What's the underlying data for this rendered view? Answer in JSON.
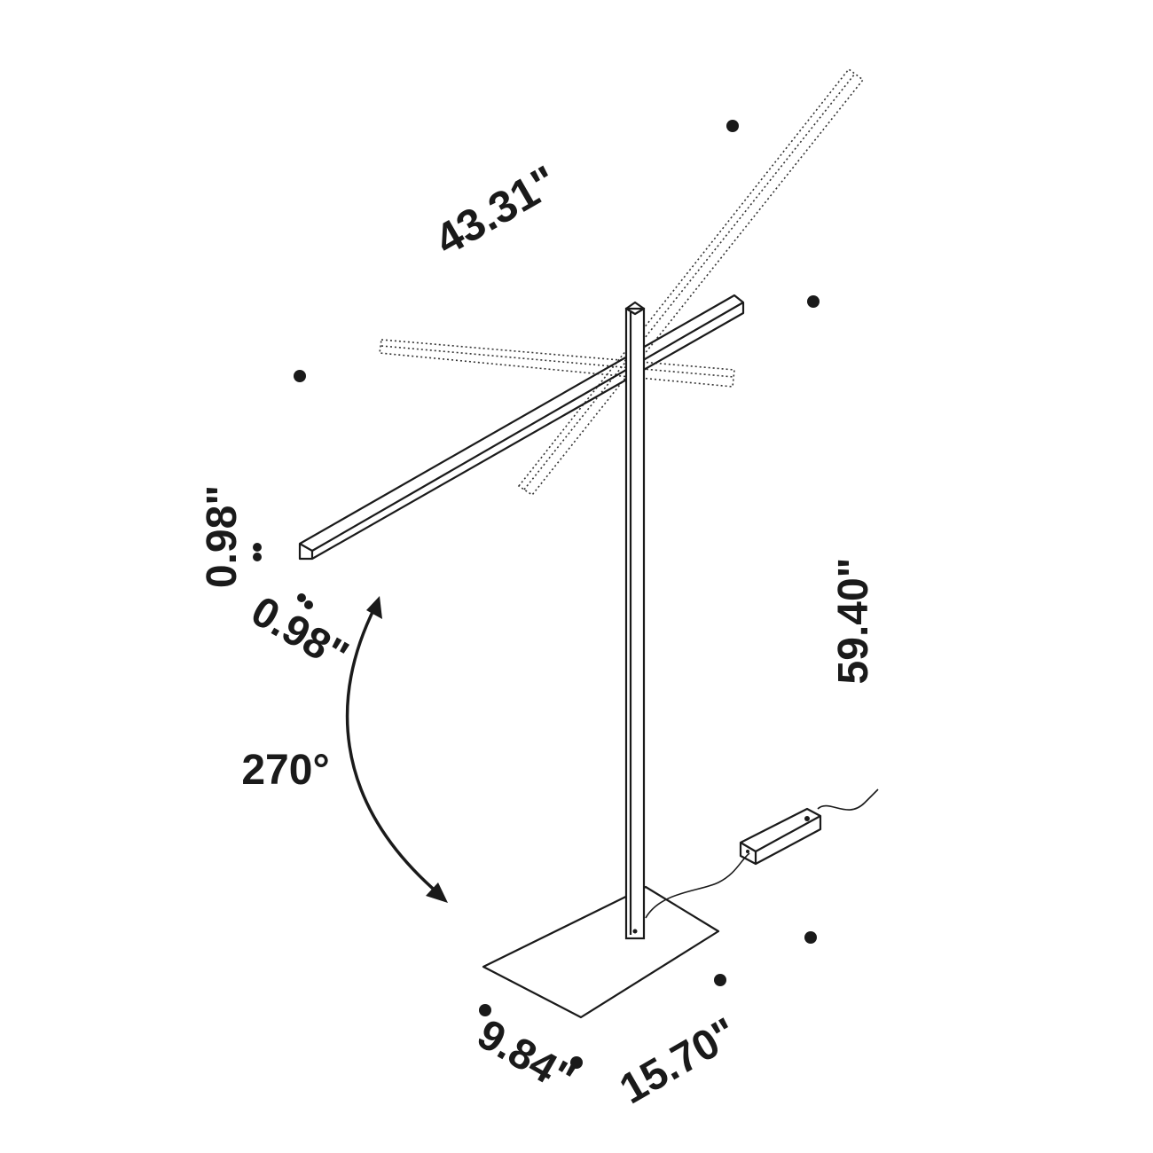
{
  "dimensions": {
    "arm_length": "43.31\"",
    "arm_height": "0.98\"",
    "arm_width": "0.98\"",
    "rotation": "270°",
    "total_height": "59.40\"",
    "base_depth": "9.84\"",
    "base_width": "15.70\""
  },
  "colors": {
    "line": "#1a1a1a",
    "background": "#ffffff"
  }
}
